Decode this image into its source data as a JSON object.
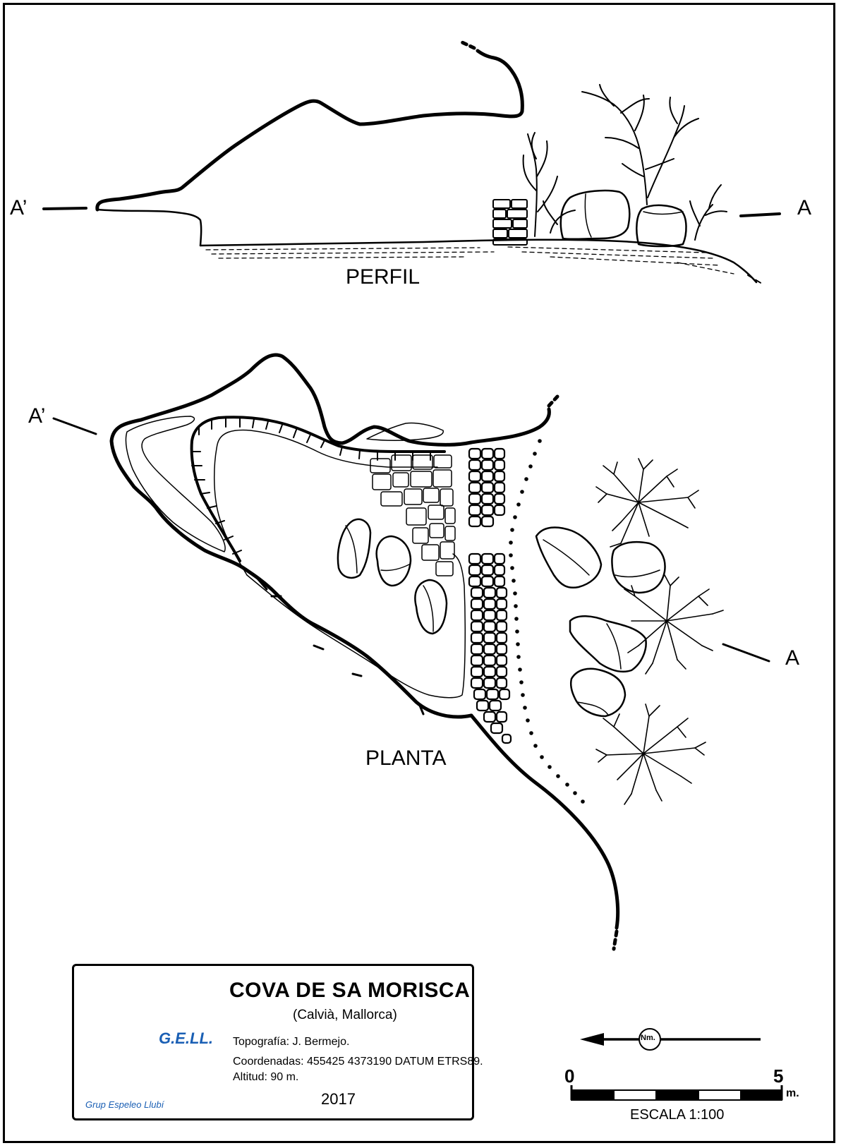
{
  "profile": {
    "title": "PERFIL",
    "section_start": "A’",
    "section_end": "A"
  },
  "plan": {
    "title": "PLANTA",
    "section_start": "A’",
    "section_end": "A"
  },
  "title_block": {
    "cave_name": "COVA DE SA MORISCA",
    "location": "(Calvià, Mallorca)",
    "topography": "Topografía: J. Bermejo.",
    "coordinates": "Coordenadas: 455425 4373190  DATUM ETRS89.",
    "altitude": "Altitud: 90 m.",
    "year": "2017"
  },
  "logo": {
    "acronym": "G.E.LL.",
    "ring_text": "Grup Espeleo Llubí",
    "color": "#1a5fb4"
  },
  "north": {
    "label": "Nm."
  },
  "scale": {
    "start_label": "0",
    "end_label": "5",
    "unit": "m.",
    "caption": "ESCALA 1:100"
  },
  "colors": {
    "ink": "#000000",
    "logo_blue": "#1a5fb4"
  }
}
